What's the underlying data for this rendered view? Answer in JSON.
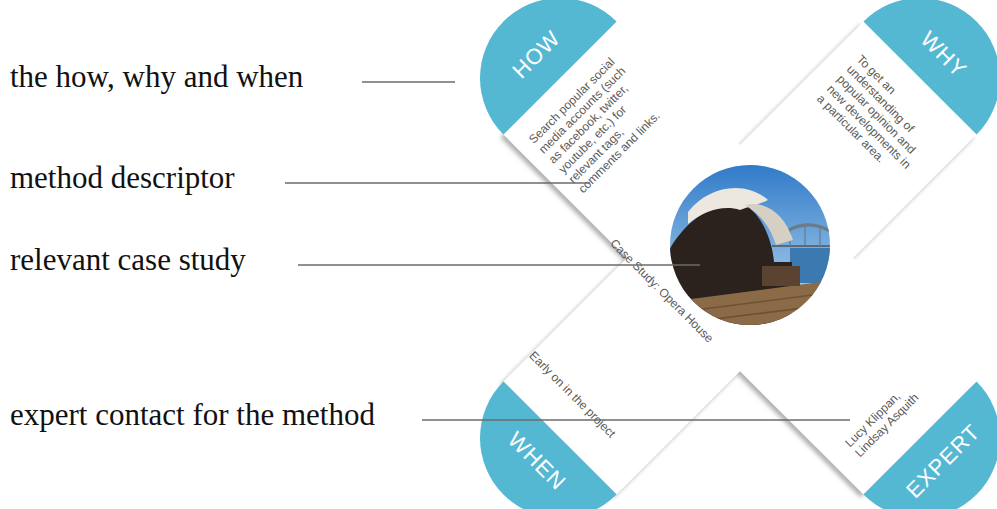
{
  "diagram": {
    "nodes": [
      {
        "text": [
          "Search popular social media accounts (such as facebook, twitter, youtube, etc.) for relevant tags, comments and links.",
          "To get an understanding of popular opinion and new developments in a particular area.",
          "Case Study: Opera House",
          "Early on in the project",
          "Lucy Klippan, Lindsay Asquith"
        ]
      },
      {
        "text": [
          "HOW"
        ],
        "in": 0
      },
      {
        "text": [
          "WHY"
        ],
        "in": 0
      },
      {
        "text": [
          "WHEN"
        ],
        "in": 0
      },
      {
        "text": [
          "EXPERT"
        ],
        "in": 0
      }
    ],
    "labels": [
      "the how, why and when",
      "method descriptor",
      "relevant case study",
      "expert contact for the method"
    ]
  }
}
